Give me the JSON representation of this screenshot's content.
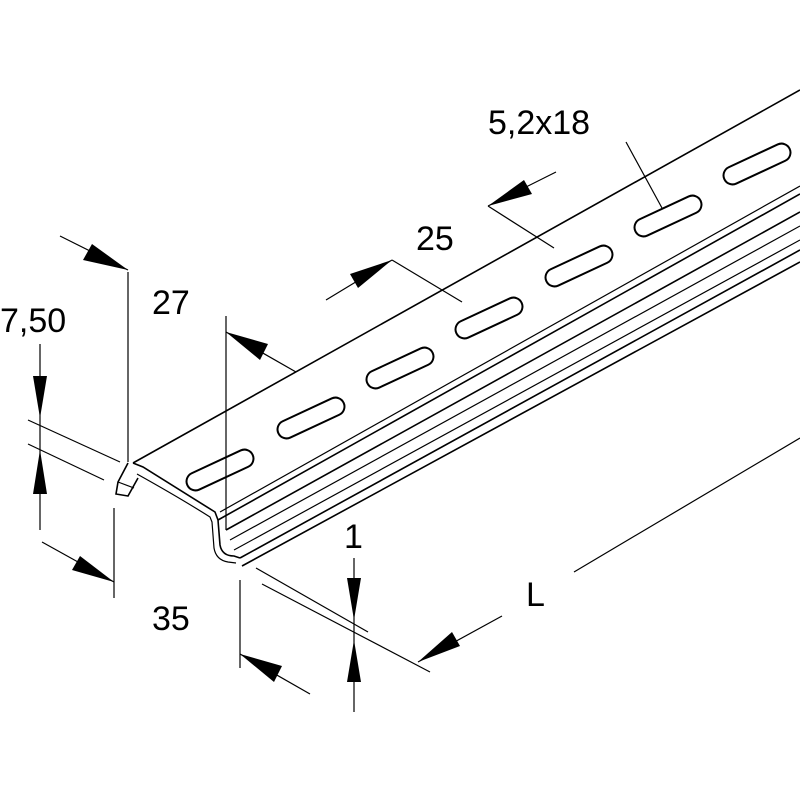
{
  "dimensions": {
    "height": "7,50",
    "top_width": "27",
    "slot_pitch": "25",
    "slot_size": "5,2x18",
    "thickness": "1",
    "base_width": "35",
    "length": "L"
  },
  "colors": {
    "line": "#000000",
    "background": "#ffffff"
  }
}
